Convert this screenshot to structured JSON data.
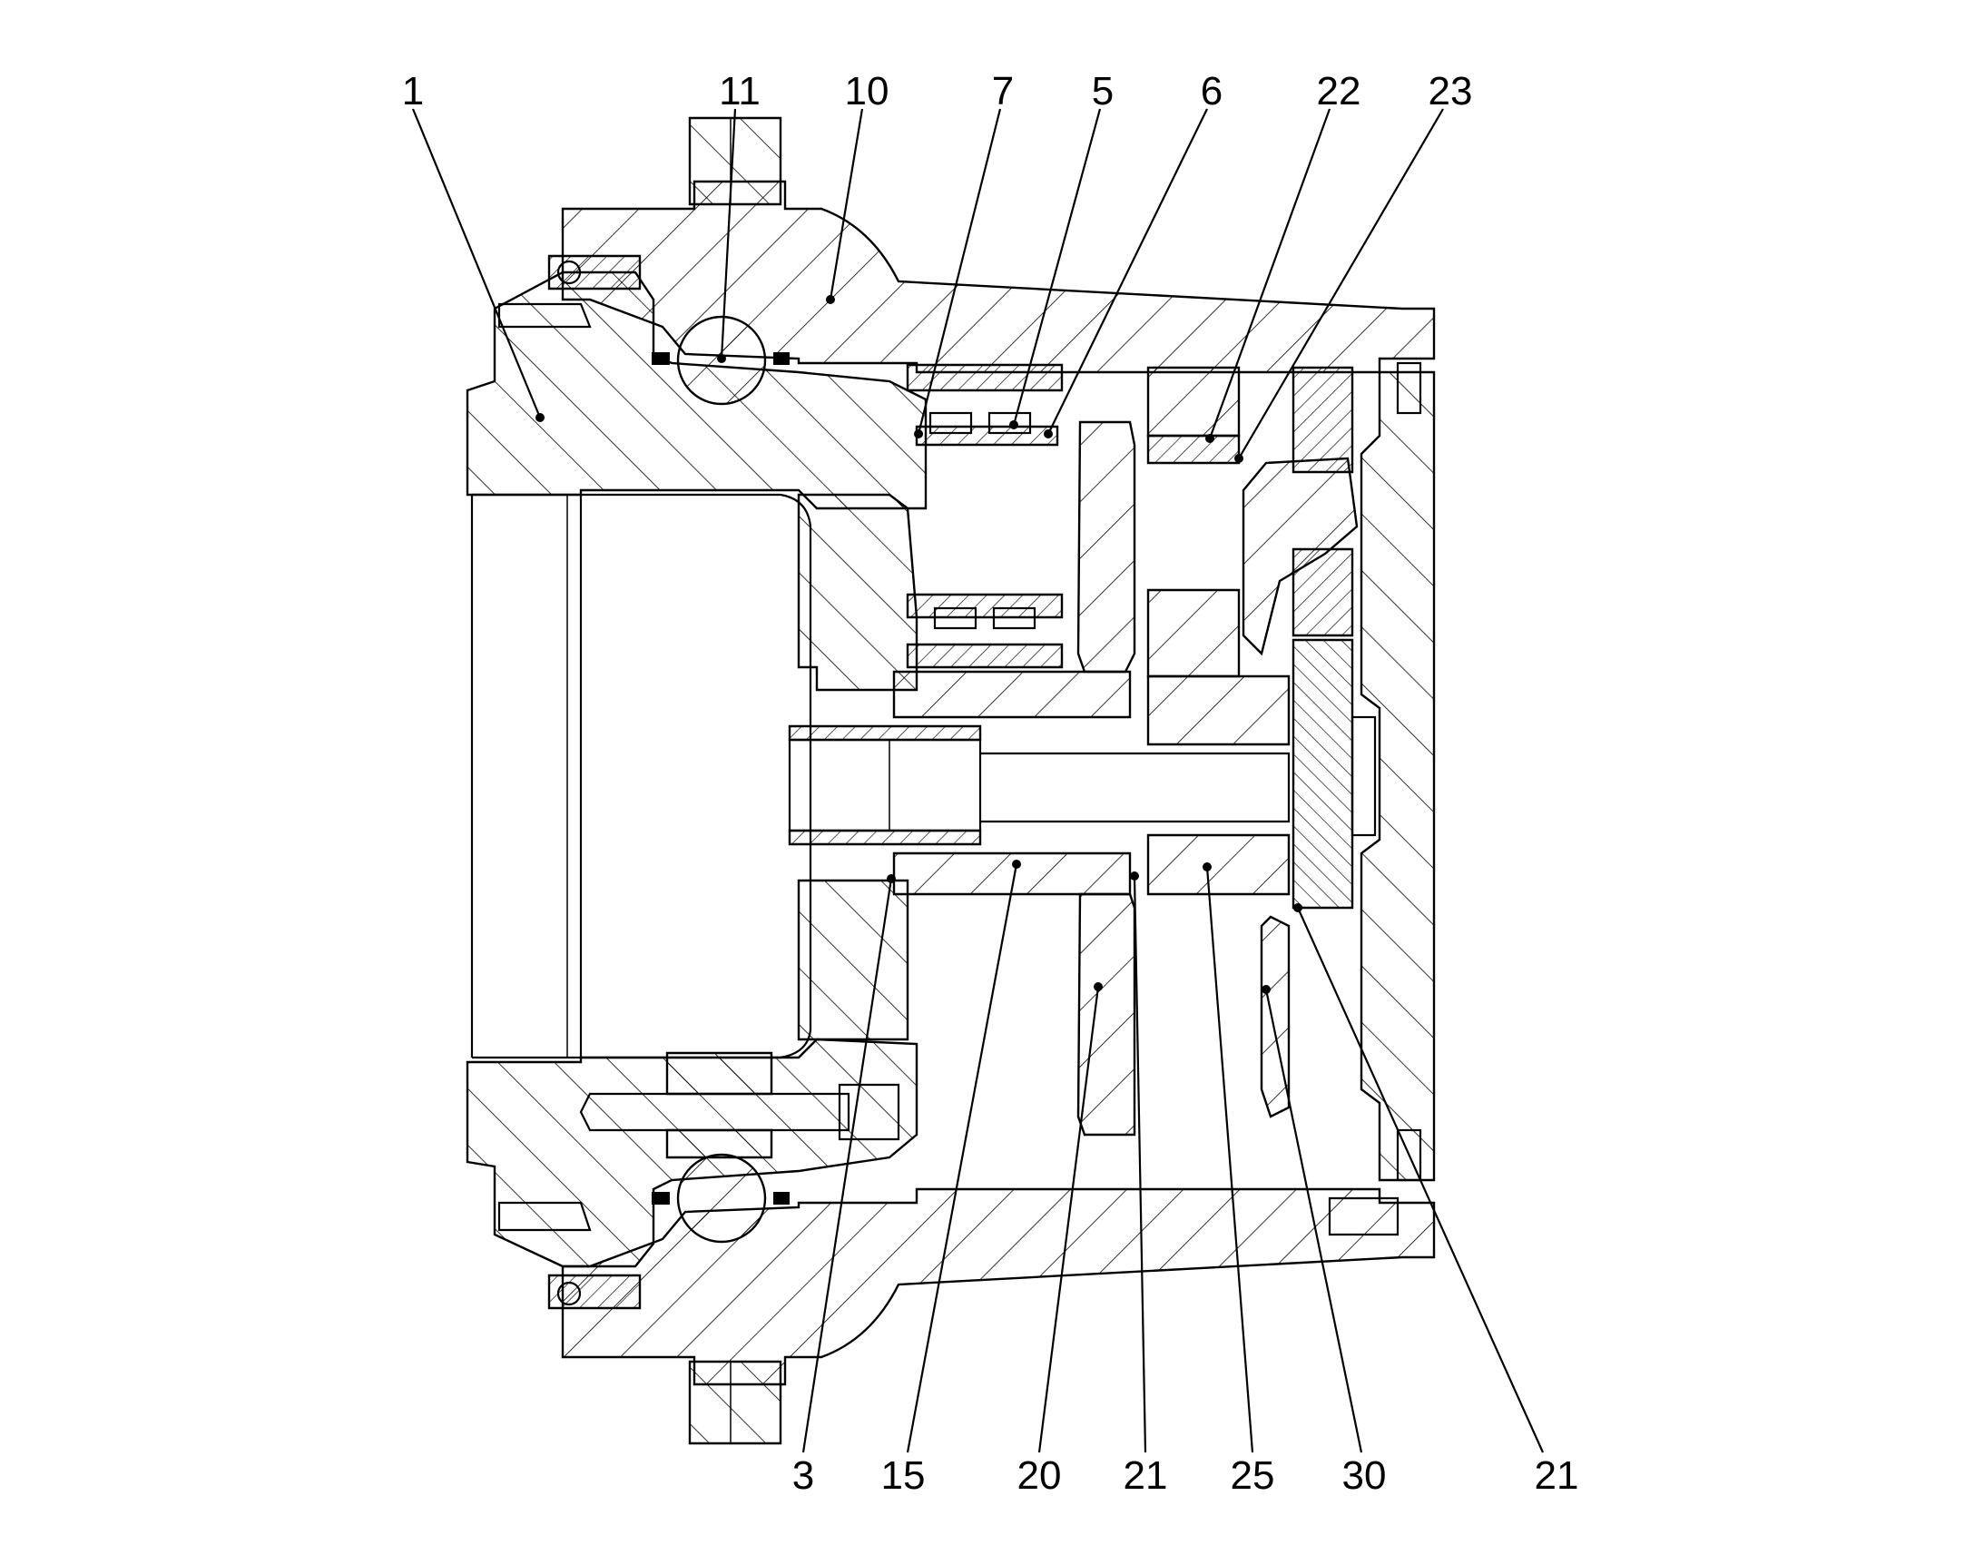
{
  "callouts_top": [
    "1",
    "11",
    "10",
    "7",
    "5",
    "6",
    "22",
    "23"
  ],
  "callouts_bottom": [
    "3",
    "15",
    "20",
    "21",
    "25",
    "30",
    "21"
  ],
  "colors": {
    "ink": "#000000",
    "background": "#ffffff"
  }
}
